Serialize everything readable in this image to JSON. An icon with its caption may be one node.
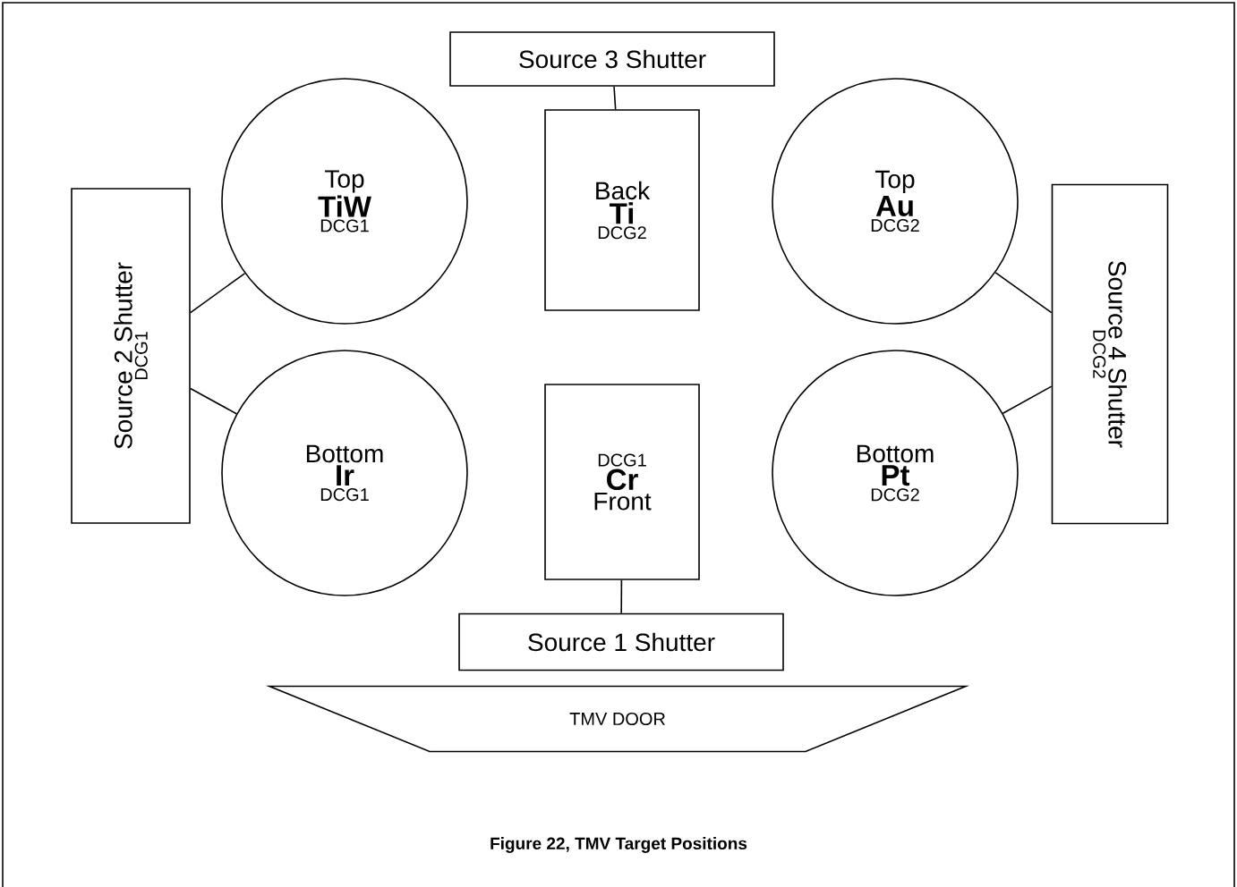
{
  "diagram": {
    "caption": "Figure 22, TMV Target Positions",
    "nodes": [
      {
        "text": [
          "Source 3 Shutter"
        ]
      },
      {
        "text": [
          "Back",
          "Ti",
          "DCG2"
        ]
      },
      {
        "text": [
          "Top",
          "TiW",
          "DCG1"
        ]
      },
      {
        "text": [
          "Top",
          "Au",
          "DCG2"
        ]
      },
      {
        "text": [
          "Source 2 Shutter",
          "DCG1"
        ]
      },
      {
        "text": [
          "Source 4 Shutter",
          "DCG2"
        ]
      },
      {
        "text": [
          "Bottom",
          "Ir",
          "DCG1"
        ]
      },
      {
        "text": [
          "DCG1",
          "Cr",
          "Front"
        ]
      },
      {
        "text": [
          "Bottom",
          "Pt",
          "DCG2"
        ]
      },
      {
        "text": [
          "Source 1 Shutter"
        ]
      },
      {
        "text": [
          "TMV DOOR"
        ]
      }
    ],
    "edges": [
      {
        "from": 0,
        "to": 1,
        "arrow": "none"
      },
      {
        "from": 4,
        "to": 2,
        "arrow": "none"
      },
      {
        "from": 4,
        "to": 6,
        "arrow": "none"
      },
      {
        "from": 5,
        "to": 3,
        "arrow": "none"
      },
      {
        "from": 5,
        "to": 8,
        "arrow": "none"
      },
      {
        "from": 7,
        "to": 9,
        "arrow": "none"
      }
    ]
  }
}
